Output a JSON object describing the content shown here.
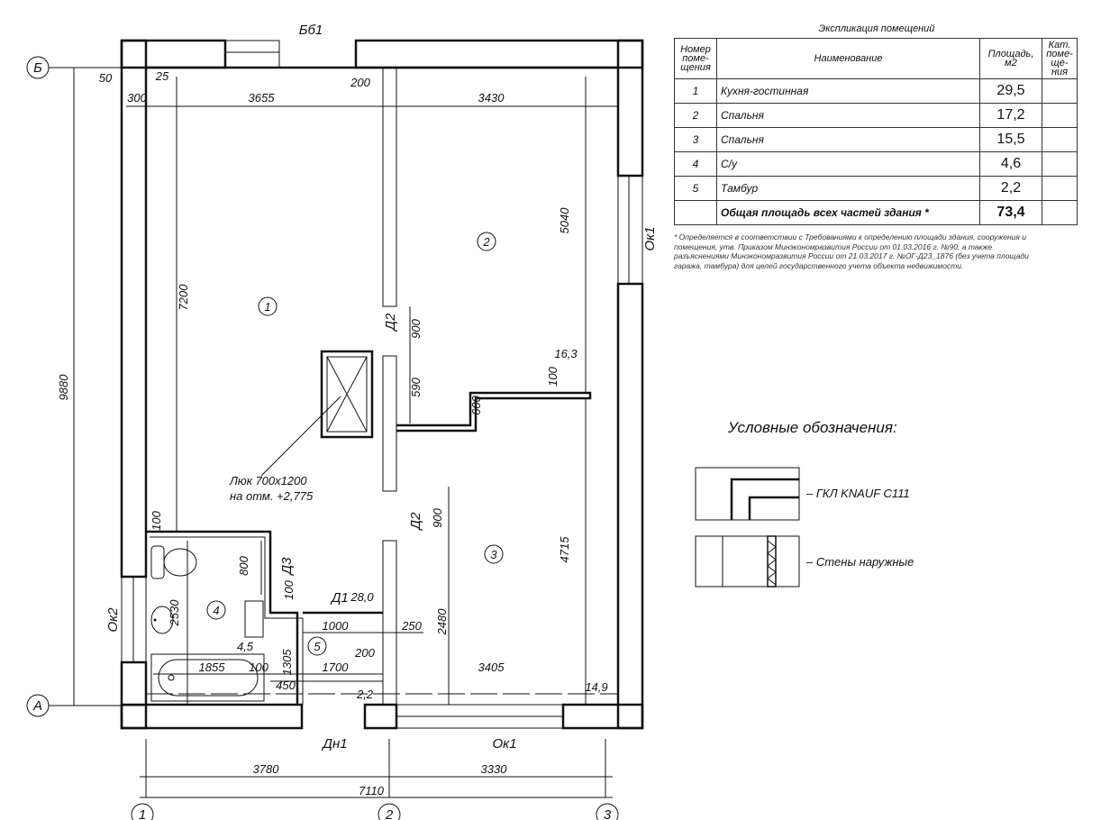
{
  "explication": {
    "title": "Экспликация помещений",
    "headers": {
      "number": "Номер поме-щения",
      "name": "Наименование",
      "area": "Площадь, м2",
      "category": "Кат. поме-ще-ния"
    },
    "rows": [
      {
        "number": "1",
        "name": "Кухня-гостинная",
        "area": "29,5"
      },
      {
        "number": "2",
        "name": "Спальня",
        "area": "17,2"
      },
      {
        "number": "3",
        "name": "Спальня",
        "area": "15,5"
      },
      {
        "number": "4",
        "name": "С/у",
        "area": "4,6"
      },
      {
        "number": "5",
        "name": "Тамбур",
        "area": "2,2"
      }
    ],
    "total_label": "Общая площадь всех частей здания *",
    "total_area": "73,4",
    "footnote": "* Определяется в соответствии с Требованиями к определению площади здания, сооружения и помещения, утв. Приказом Минэкономразвития России от 01.03.2016 г. №90, а также разъяснениями Минэкономразвития России от 21.03.2017 г. №ОГ-Д23_1876 (без учета площади гаража, тамбура) для целей государственного учета объекта недвижимости."
  },
  "legend": {
    "title": "Условные обозначения:",
    "items": [
      "– ГКЛ KNAUF C111",
      "– Стены наружные"
    ]
  },
  "plan": {
    "axes": [
      "Б",
      "А",
      "1",
      "2",
      "3"
    ],
    "rooms": [
      "1",
      "2",
      "3",
      "4",
      "5"
    ],
    "openings": [
      "Бб1",
      "Ок1",
      "Д2",
      "Д2",
      "Д3",
      "Д1",
      "Ок2",
      "Дн1",
      "Ок1"
    ],
    "hatch": [
      "Люк  700x1200",
      "на отм. +2,775"
    ],
    "dims": [
      "3655",
      "3430",
      "200",
      "50",
      "25",
      "300",
      "7200",
      "9880",
      "5040",
      "900",
      "590",
      "600",
      "16,3",
      "100",
      "900",
      "4715",
      "2480",
      "3405",
      "14,9",
      "100",
      "800",
      "100",
      "28,0",
      "2530",
      "1000",
      "250",
      "4,5",
      "1855",
      "100",
      "1305",
      "1700",
      "200",
      "450",
      "2,2",
      "3780",
      "3330",
      "7110"
    ]
  }
}
